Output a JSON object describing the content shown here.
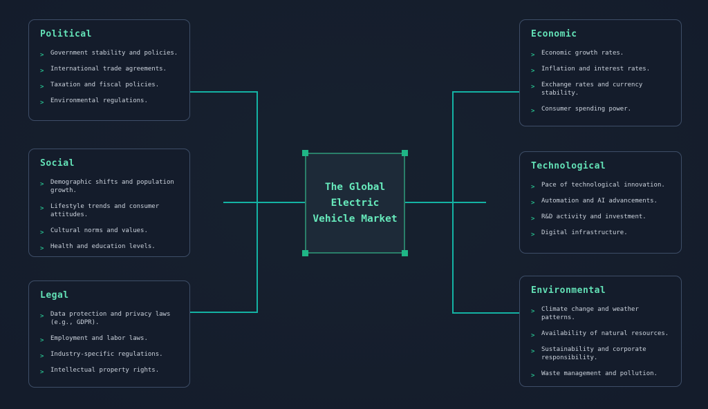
{
  "bullet_glyph": ">",
  "central": {
    "title": "The Global Electric Vehicle Market",
    "lines": [
      "The Global",
      "Electric",
      "Vehicle Market"
    ]
  },
  "nodes": {
    "political": {
      "title": "Political",
      "items": [
        "Government stability and policies.",
        "International trade agreements.",
        "Taxation and fiscal policies.",
        "Environmental regulations."
      ]
    },
    "social": {
      "title": "Social",
      "items": [
        "Demographic shifts and population growth.",
        "Lifestyle trends and consumer attitudes.",
        "Cultural norms and values.",
        "Health and education levels."
      ]
    },
    "legal": {
      "title": "Legal",
      "items": [
        "Data protection and privacy laws (e.g., GDPR).",
        "Employment and labor laws.",
        "Industry-specific regulations.",
        "Intellectual property rights."
      ]
    },
    "economic": {
      "title": "Economic",
      "items": [
        "Economic growth rates.",
        "Inflation and interest rates.",
        "Exchange rates and currency stability.",
        "Consumer spending power."
      ]
    },
    "technological": {
      "title": "Technological",
      "items": [
        "Pace of technological innovation.",
        "Automation and AI advancements.",
        "R&D activity and investment.",
        "Digital infrastructure."
      ]
    },
    "environmental": {
      "title": "Environmental",
      "items": [
        "Climate change and weather patterns.",
        "Availability of natural resources.",
        "Sustainability and corporate responsibility.",
        "Waste management and pollution."
      ]
    }
  },
  "colors": {
    "background": "#141c2b",
    "accent_mint": "#63e2b7",
    "connector_teal": "#14b3a4",
    "handle_green": "#1fb686",
    "item_text": "#ccd3dd",
    "node_border": "#3e4e68"
  }
}
